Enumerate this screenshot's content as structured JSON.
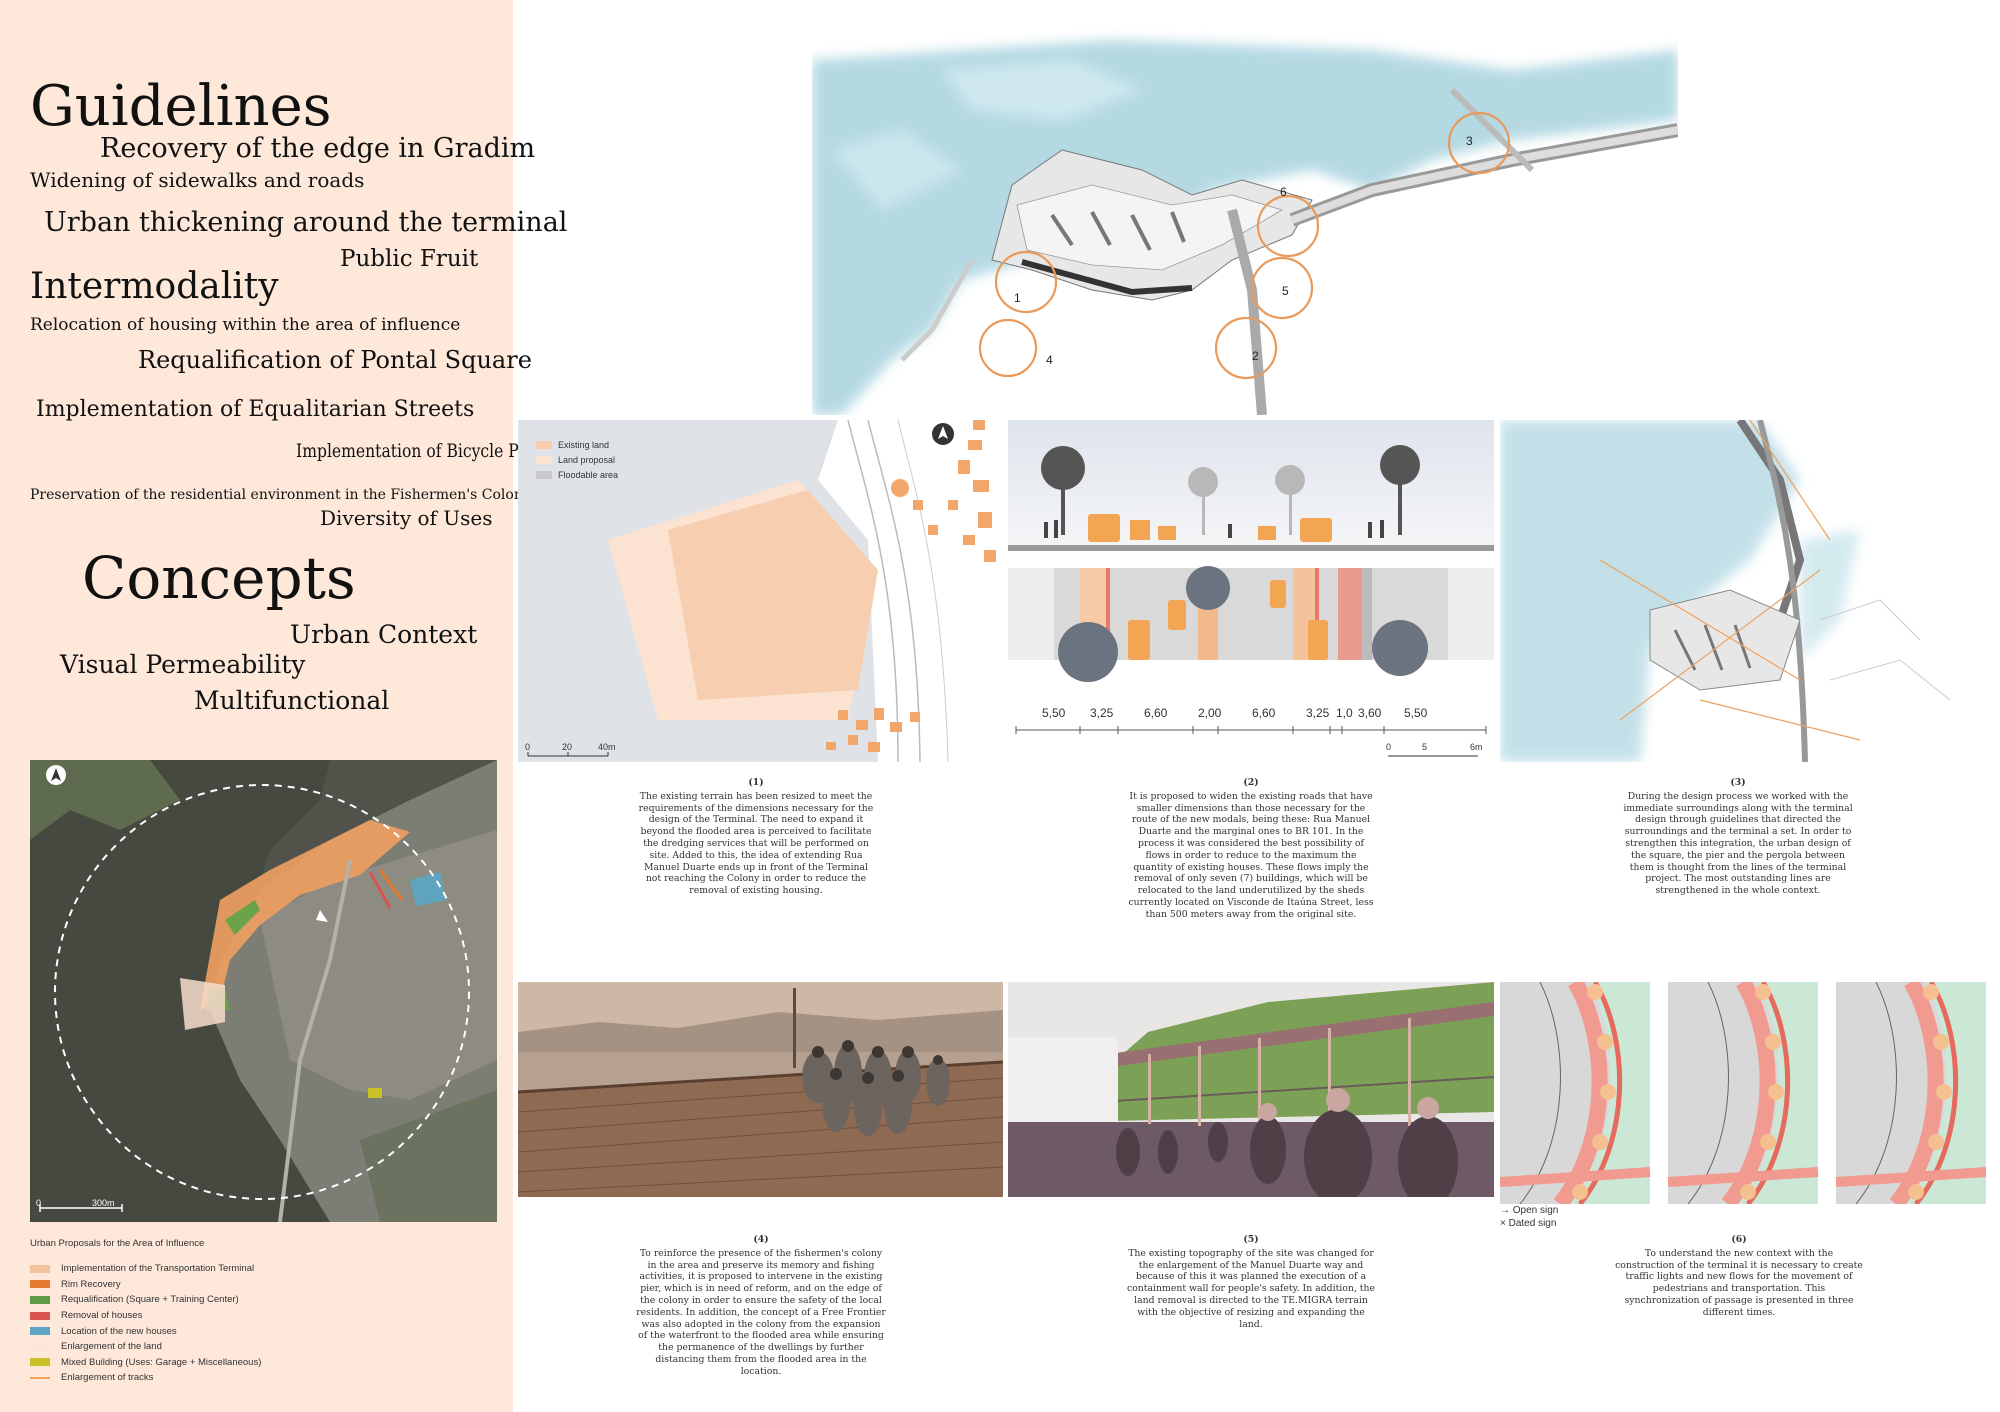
{
  "guidelines": {
    "title": "Guidelines",
    "items": [
      "Recovery of the edge in Gradim",
      "Widening of sidewalks and roads",
      "Urban thickening around the terminal",
      "Public Fruit",
      "Intermodality",
      "Relocation of housing within the area of influence",
      "Requalification of Pontal Square",
      "Implementation of Equalitarian Streets",
      "Implementation of Bicycle Paths",
      "Preservation of the residential environment in the Fishermen's Colony",
      "Diversity of Uses"
    ]
  },
  "concepts": {
    "title": "Concepts",
    "items": [
      "Urban Context",
      "Visual Permeability",
      "Multifunctional"
    ]
  },
  "area_map": {
    "scale": "300m",
    "north": "north-arrow-icon"
  },
  "legend": {
    "title": "Urban Proposals for the Area of Influence",
    "items": [
      {
        "label": "Implementation of the Transportation Terminal",
        "color": "#f2c39c"
      },
      {
        "label": "Rim Recovery",
        "color": "#e5782e"
      },
      {
        "label": "Requalification (Square + Training Center)",
        "color": "#5f9a45"
      },
      {
        "label": "Removal of houses",
        "color": "#d9534f"
      },
      {
        "label": "Location of the new houses",
        "color": "#5aa6c4"
      },
      {
        "label": "Enlargement of the land",
        "color": "#fbe6d8"
      },
      {
        "label": "Mixed Building (Uses: Garage + Miscellaneous)",
        "color": "#c9c125"
      },
      {
        "label": "Enlargement of tracks",
        "color": "#f0a25a"
      }
    ]
  },
  "aerial": {
    "markers": [
      "1",
      "2",
      "3",
      "4",
      "5",
      "6"
    ]
  },
  "land_plan": {
    "legend": [
      "Existing land",
      "Land proposal",
      "Floodable area"
    ],
    "scale": [
      "0",
      "20",
      "40m"
    ]
  },
  "road_section": {
    "dimensions": [
      "5,50",
      "3,25",
      "6,60",
      "2,00",
      "6,60",
      "3,25",
      "1,0",
      "3,60",
      "5,50"
    ],
    "scale": [
      "0",
      "5",
      "6m"
    ]
  },
  "cycle_plan": {
    "legend": [
      "Open sign",
      "Dated sign"
    ]
  },
  "captions": [
    {
      "num": "(1)",
      "text": "The existing terrain has been resized to meet the requirements of the dimensions necessary for the design of the Terminal. The need to expand it beyond the flooded area is perceived to facilitate the dredging services that will be performed on site. Added to this, the idea of extending Rua Manuel Duarte ends up in front of the Terminal not reaching the Colony in order to reduce the removal of existing housing."
    },
    {
      "num": "(2)",
      "text": "It is proposed to widen the existing roads that have smaller dimensions than those necessary for the route of the new modals, being these: Rua Manuel Duarte and the marginal ones to BR 101. In the process it was considered the best possibility of flows in order to reduce to the maximum the quantity of existing houses. These flows imply the removal of only seven (7) buildings, which will be relocated to the land underutilized by the sheds currently located on Visconde de Itaúna Street, less than 500 meters away from the original site."
    },
    {
      "num": "(3)",
      "text": "During the design process we worked with the immediate surroundings along with the terminal design through guidelines that directed the surroundings and the terminal a set. In order to strengthen this integration, the urban design of the square, the pier and the pergola between them is thought from the lines of the terminal project. The most outstanding lines are strengthened in the whole context."
    },
    {
      "num": "(4)",
      "text": "To reinforce the presence of the fishermen's colony in the area and preserve its memory and fishing activities, it is proposed to intervene in the existing pier, which is in need of reform, and on the edge of the colony in order to ensure the safety of the local residents. In addition, the concept of a Free Frontier was also adopted in the colony from the expansion of the waterfront to the flooded area while ensuring the permanence of the dwellings by further distancing them from the flooded area in the location."
    },
    {
      "num": "(5)",
      "text": "The existing topography of the site was changed for the enlargement of the Manuel Duarte way and because of this it was planned the execution of a containment wall for people's safety. In addition, the land removal is directed to the TE.MIGRA terrain with the objective of resizing and expanding the land."
    },
    {
      "num": "(6)",
      "text": "To understand the new context with the construction of the terminal it is necessary to create traffic lights and new flows for the movement of pedestrians and transportation. This synchronization of passage is presented in three different times."
    }
  ]
}
